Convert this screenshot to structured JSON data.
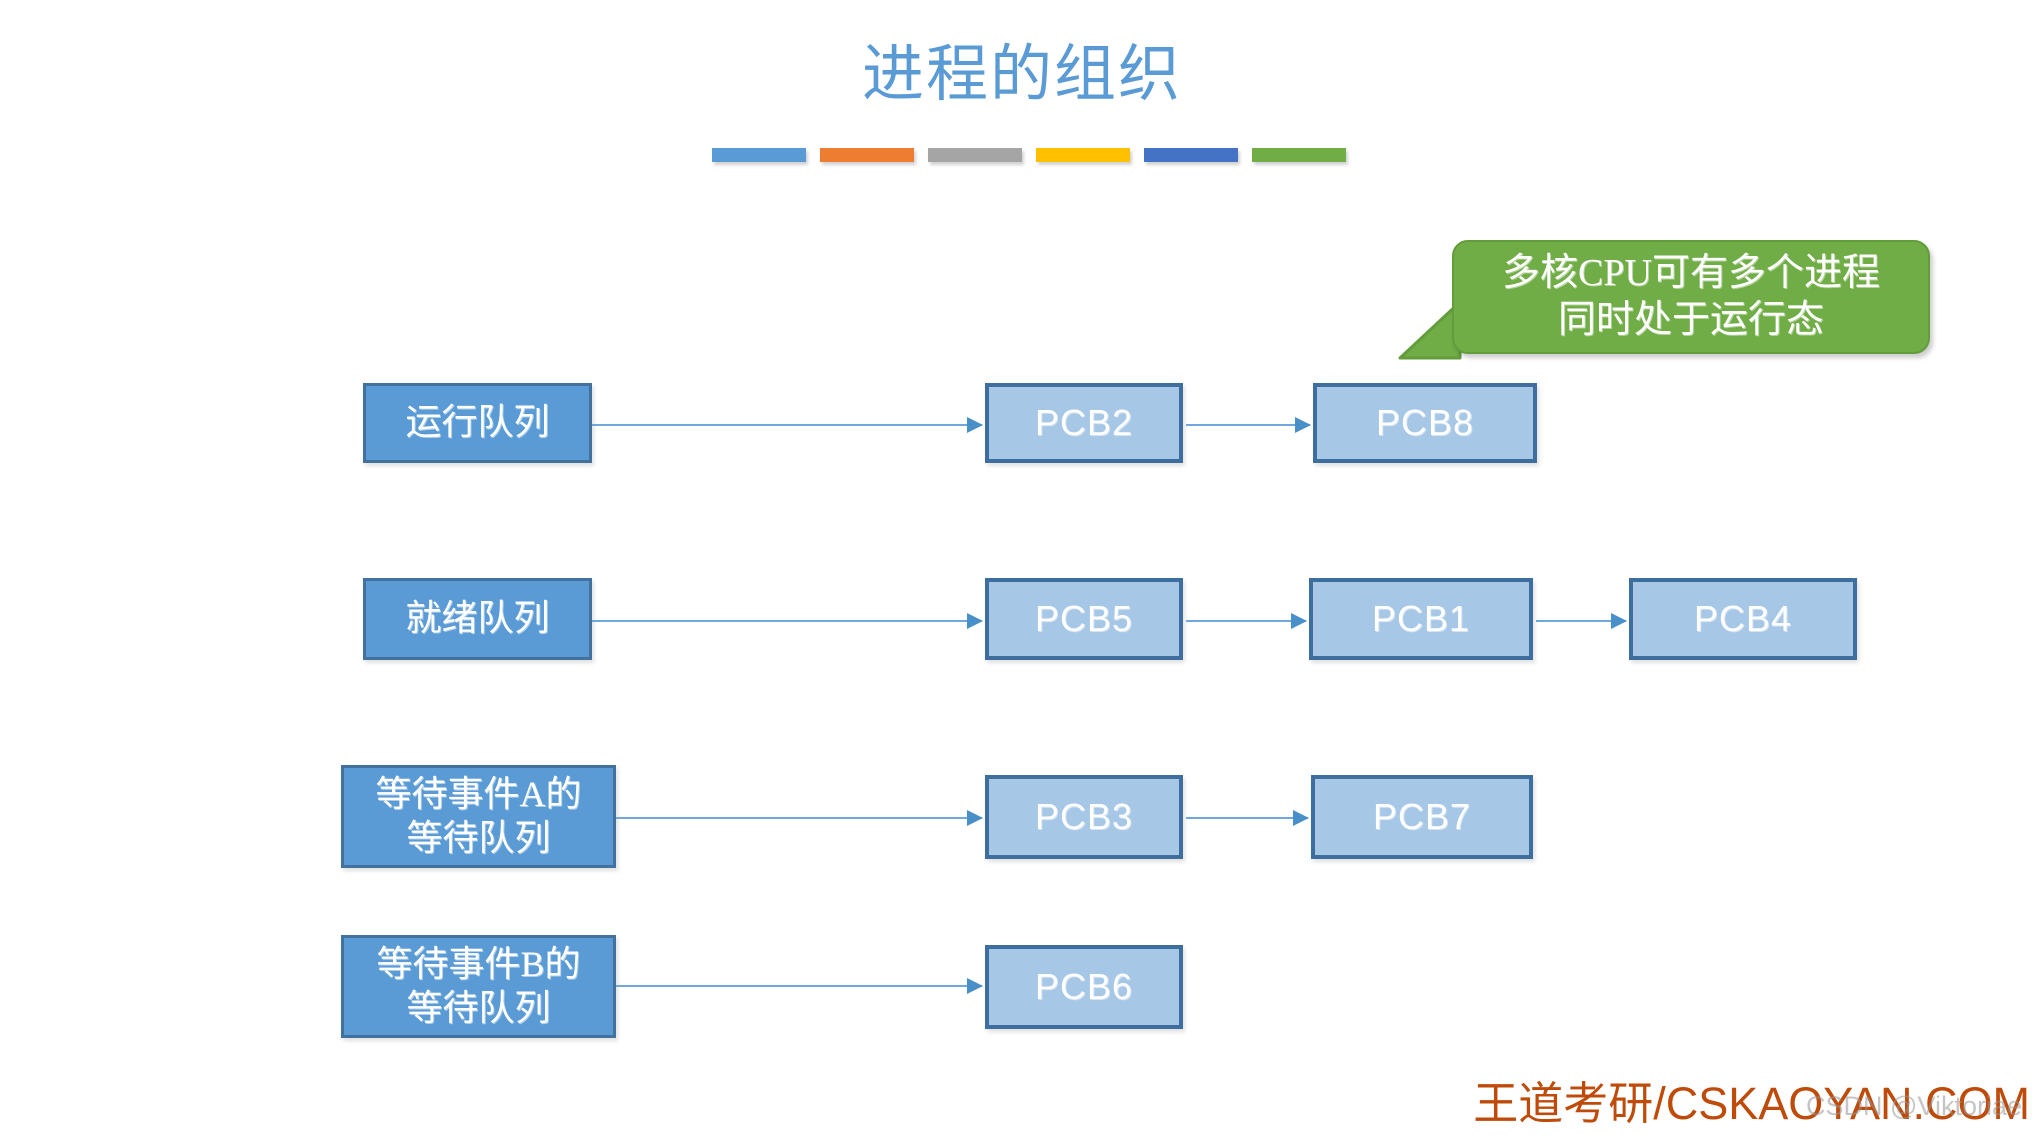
{
  "slide": {
    "title": "进程的组织",
    "background": "#FFFFFF",
    "title_color": "#5B9BD5"
  },
  "accent_bar": {
    "segments": [
      {
        "name": "segment-blue",
        "color": "#5B9BD5"
      },
      {
        "name": "segment-orange",
        "color": "#ED7D31"
      },
      {
        "name": "segment-gray",
        "color": "#A5A5A5"
      },
      {
        "name": "segment-yellow",
        "color": "#FFC000"
      },
      {
        "name": "segment-darkblue",
        "color": "#4472C4"
      },
      {
        "name": "segment-green",
        "color": "#70AD47"
      }
    ]
  },
  "callout": {
    "text": "多核CPU可有多个进程\n同时处于运行态",
    "line1": "多核CPU可有多个进程",
    "line2": "同时处于运行态",
    "fill_color": "#71AD47",
    "text_color": "#FFFFFF"
  },
  "diagram": {
    "queue_fill": "#5B9BD5",
    "queue_border": "#41719C",
    "pcb_fill": "#A7C7E7",
    "pcb_border": "#3E6E9E",
    "arrow_color": "#6FA8DC",
    "rows": [
      {
        "queue_label": "运行队列",
        "pcbs": [
          "PCB2",
          "PCB8"
        ]
      },
      {
        "queue_label": "就绪队列",
        "pcbs": [
          "PCB5",
          "PCB1",
          "PCB4"
        ]
      },
      {
        "queue_label": "等待事件A的\n等待队列",
        "pcbs": [
          "PCB3",
          "PCB7"
        ]
      },
      {
        "queue_label": "等待事件B的\n等待队列",
        "pcbs": [
          "PCB6"
        ]
      }
    ]
  },
  "footer": {
    "brand": "王道考研/CSKAOYAN.COM",
    "brand_color": "#BF4B0A",
    "watermark": "CSDN @Viktoriae"
  }
}
